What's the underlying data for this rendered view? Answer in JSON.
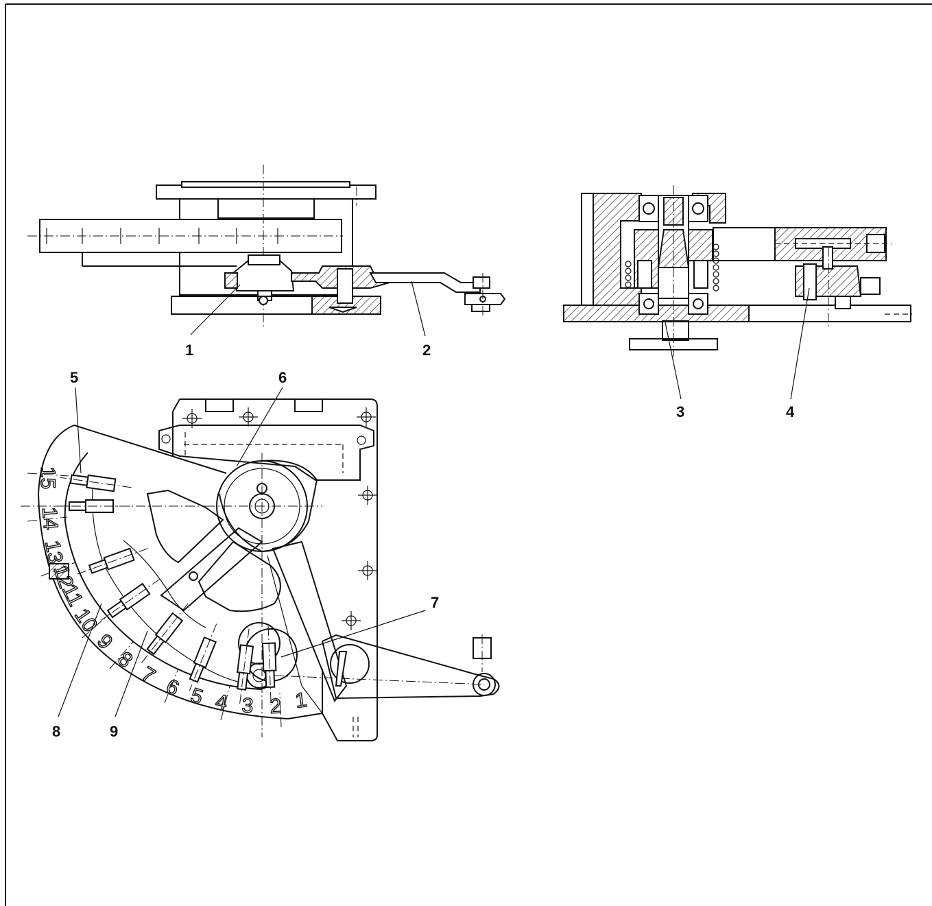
{
  "callouts": {
    "c1": "1",
    "c2": "2",
    "c3": "3",
    "c4": "4",
    "c5": "5",
    "c6": "6",
    "c7": "7",
    "c8": "8",
    "c9": "9"
  },
  "scale_labels": [
    "1",
    "2",
    "3",
    "4",
    "5",
    "6",
    "7",
    "8",
    "9",
    "10",
    "11",
    "12",
    "13",
    "14",
    "15"
  ],
  "colors": {
    "ink": "#111111",
    "paper": "#ffffff"
  }
}
